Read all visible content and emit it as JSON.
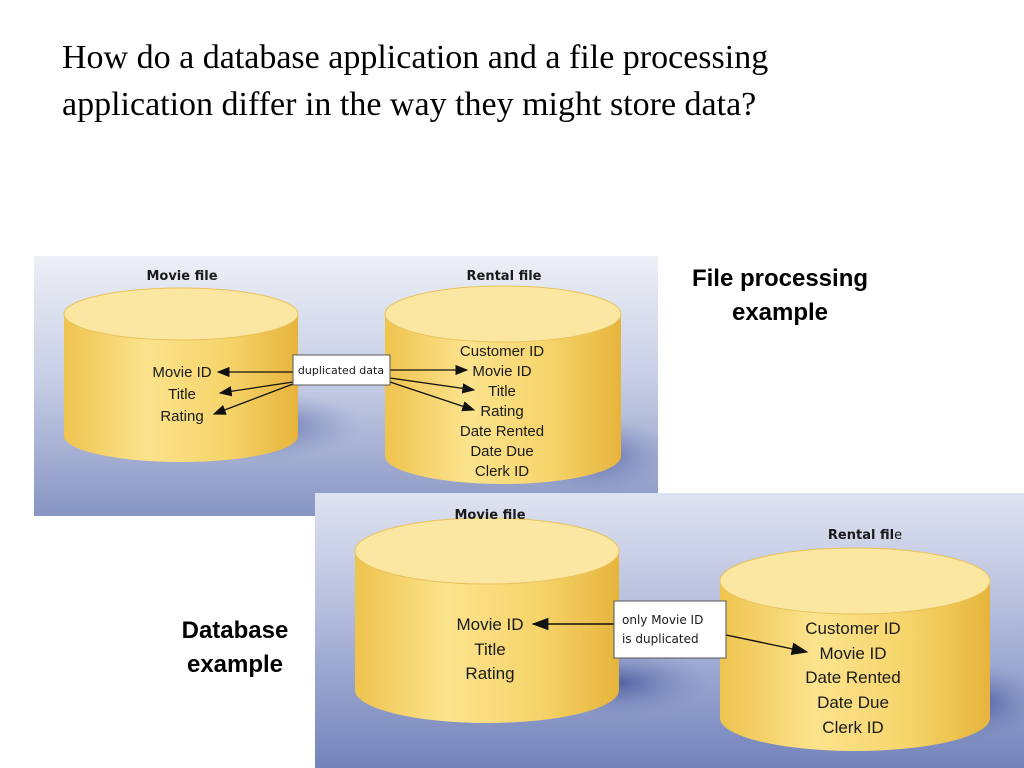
{
  "question": {
    "line1": "How do a database application and a file processing",
    "line2": "application differ in the way they might store data?"
  },
  "file_processing": {
    "label_line1": "File processing",
    "label_line2": "example",
    "movie_file": {
      "title": "Movie file",
      "fields": [
        "Movie ID",
        "Title",
        "Rating"
      ]
    },
    "rental_file": {
      "title": "Rental file",
      "fields": [
        "Customer ID",
        "Movie ID",
        "Title",
        "Rating",
        "Date Rented",
        "Date Due",
        "Clerk ID"
      ]
    },
    "callout": "duplicated data"
  },
  "database": {
    "label_line1": "Database",
    "label_line2": "example",
    "movie_file": {
      "title": "Movie file",
      "fields": [
        "Movie ID",
        "Title",
        "Rating"
      ]
    },
    "rental_file": {
      "title_main": "Rental fil",
      "title_tail": "e",
      "fields": [
        "Customer ID",
        "Movie ID",
        "Date Rented",
        "Date Due",
        "Clerk ID"
      ]
    },
    "callout_line1": "only Movie ID",
    "callout_line2": "is duplicated"
  },
  "colors": {
    "panel_top": "#e8ecf4",
    "panel_bottom": "#8f9cc6",
    "cylinder": "#f7d873",
    "cylinder_edge": "#e3b93f",
    "cylinder_top": "#fbe9a6",
    "shadow": "#6f7cb4"
  }
}
